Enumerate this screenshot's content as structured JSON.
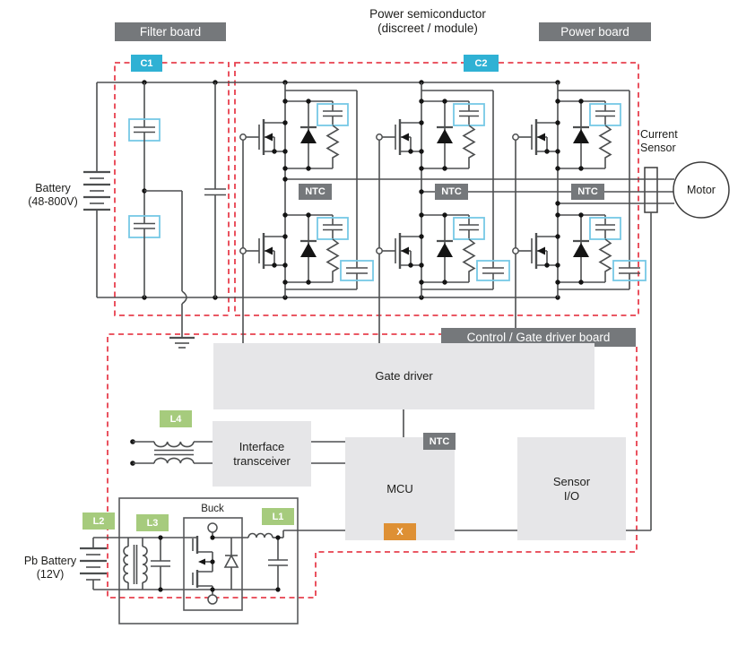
{
  "colors": {
    "badge_gray": "#75787b",
    "badge_cyan": "#2fb1d4",
    "badge_green": "#a6cb7d",
    "badge_orange": "#de9034",
    "outline_red": "#e8404e",
    "wire": "#4d4f50",
    "snubber_blue": "#76c8e6",
    "block_gray": "#e6e6e8",
    "text_dark": "#1d1d1b"
  },
  "header": {
    "power_semiconductor": "Power semiconductor\n(discreet / module)",
    "filter_board": "Filter board",
    "power_board": "Power board",
    "control_board": "Control / Gate driver board"
  },
  "badges": {
    "c1": "C1",
    "c2": "C2",
    "ntc": "NTC",
    "l1": "L1",
    "l2": "L2",
    "l3": "L3",
    "l4": "L4",
    "x": "X"
  },
  "labels": {
    "hv_battery": "Battery\n(48-800V)",
    "current_sensor": "Current\nSensor",
    "motor": "Motor",
    "pb_battery": "Pb Battery\n(12V)",
    "buck": "Buck"
  },
  "blocks": {
    "gate_driver": "Gate driver",
    "interface_transceiver": "Interface\ntransceiver",
    "mcu": "MCU",
    "sensor_io": "Sensor\nI/O"
  }
}
